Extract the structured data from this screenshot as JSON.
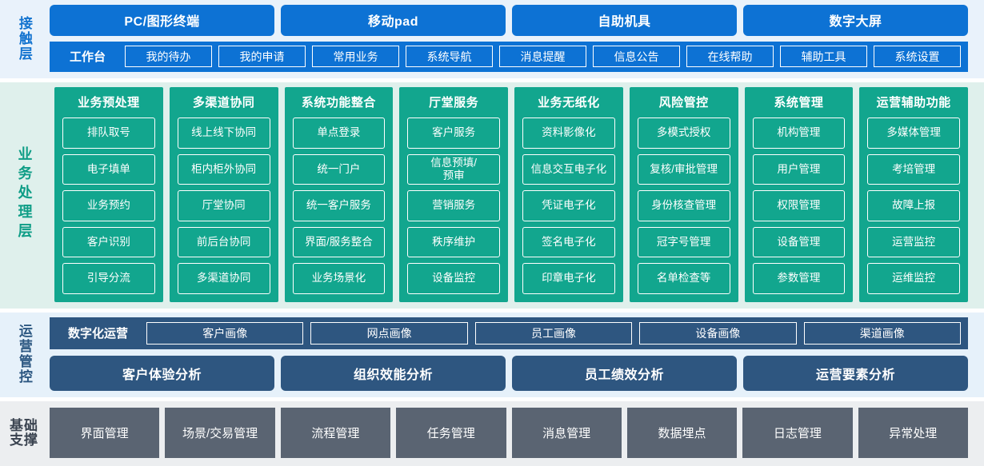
{
  "colors": {
    "contact_accent": "#0d72d4",
    "contact_bg": "#e9f2fb",
    "business_accent": "#12a68e",
    "business_bg": "#dff0ec",
    "ops_accent": "#2e5680",
    "ops_bg": "#e6f1fa",
    "foundation_accent": "#5a6472",
    "foundation_bg": "#eceef0"
  },
  "contact_layer": {
    "label": "接触层",
    "terminals": [
      {
        "label": "PC/图形终端"
      },
      {
        "label": "移动pad"
      },
      {
        "label": "自助机具"
      },
      {
        "label": "数字大屏"
      }
    ],
    "workbench_title": "工作台",
    "workbench_items": [
      {
        "label": "我的待办"
      },
      {
        "label": "我的申请"
      },
      {
        "label": "常用业务"
      },
      {
        "label": "系统导航"
      },
      {
        "label": "消息提醒"
      },
      {
        "label": "信息公告"
      },
      {
        "label": "在线帮助"
      },
      {
        "label": "辅助工具"
      },
      {
        "label": "系统设置"
      }
    ]
  },
  "business_layer": {
    "label": "业务处理层",
    "columns": [
      {
        "title": "业务预处理",
        "items": [
          {
            "label": "排队取号"
          },
          {
            "label": "电子填单"
          },
          {
            "label": "业务预约"
          },
          {
            "label": "客户识别"
          },
          {
            "label": "引导分流"
          }
        ]
      },
      {
        "title": "多渠道协同",
        "items": [
          {
            "label": "线上线下协同"
          },
          {
            "label": "柜内柜外协同"
          },
          {
            "label": "厅堂协同"
          },
          {
            "label": "前后台协同"
          },
          {
            "label": "多渠道协同"
          }
        ]
      },
      {
        "title": "系统功能整合",
        "items": [
          {
            "label": "单点登录"
          },
          {
            "label": "统一门户"
          },
          {
            "label": "统一客户服务"
          },
          {
            "label": "界面/服务整合"
          },
          {
            "label": "业务场景化"
          }
        ]
      },
      {
        "title": "厅堂服务",
        "items": [
          {
            "label": "客户服务"
          },
          {
            "label": "信息预填/\n预审"
          },
          {
            "label": "营销服务"
          },
          {
            "label": "秩序维护"
          },
          {
            "label": "设备监控"
          }
        ]
      },
      {
        "title": "业务无纸化",
        "items": [
          {
            "label": "资料影像化"
          },
          {
            "label": "信息交互电子化"
          },
          {
            "label": "凭证电子化"
          },
          {
            "label": "签名电子化"
          },
          {
            "label": "印章电子化"
          }
        ]
      },
      {
        "title": "风险管控",
        "items": [
          {
            "label": "多模式授权"
          },
          {
            "label": "复核/审批管理"
          },
          {
            "label": "身份核查管理"
          },
          {
            "label": "冠字号管理"
          },
          {
            "label": "名单检查等"
          }
        ]
      },
      {
        "title": "系统管理",
        "items": [
          {
            "label": "机构管理"
          },
          {
            "label": "用户管理"
          },
          {
            "label": "权限管理"
          },
          {
            "label": "设备管理"
          },
          {
            "label": "参数管理"
          }
        ]
      },
      {
        "title": "运营辅助功能",
        "items": [
          {
            "label": "多媒体管理"
          },
          {
            "label": "考培管理"
          },
          {
            "label": "故障上报"
          },
          {
            "label": "运营监控"
          },
          {
            "label": "运维监控"
          }
        ]
      }
    ]
  },
  "ops_layer": {
    "label": "运营管控",
    "digital_ops_title": "数字化运营",
    "portraits": [
      {
        "label": "客户画像"
      },
      {
        "label": "网点画像"
      },
      {
        "label": "员工画像"
      },
      {
        "label": "设备画像"
      },
      {
        "label": "渠道画像"
      }
    ],
    "analyses": [
      {
        "label": "客户体验分析"
      },
      {
        "label": "组织效能分析"
      },
      {
        "label": "员工绩效分析"
      },
      {
        "label": "运营要素分析"
      }
    ]
  },
  "foundation_layer": {
    "label_line1": "基础",
    "label_line2": "支撑",
    "items": [
      {
        "label": "界面管理"
      },
      {
        "label": "场景/交易管理"
      },
      {
        "label": "流程管理"
      },
      {
        "label": "任务管理"
      },
      {
        "label": "消息管理"
      },
      {
        "label": "数据埋点"
      },
      {
        "label": "日志管理"
      },
      {
        "label": "异常处理"
      }
    ]
  }
}
